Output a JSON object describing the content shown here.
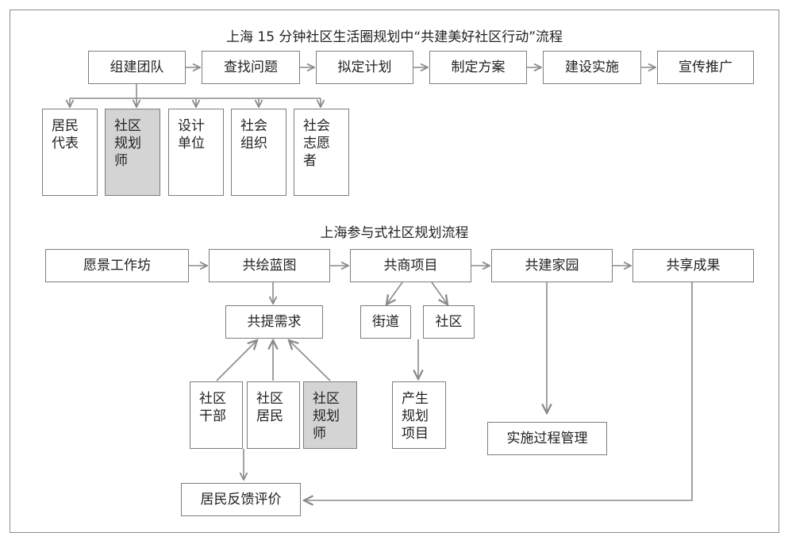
{
  "diagram_top": {
    "title": "上海 15 分钟社区生活圈规划中“共建美好社区行动”流程",
    "steps": [
      "组建团队",
      "查找问题",
      "拟定计划",
      "制定方案",
      "建设实施",
      "宣传推广"
    ],
    "team_members": [
      "居民\n代表",
      "社区\n规划\n师",
      "设计\n单位",
      "社会\n组织",
      "社会\n志愿\n者"
    ]
  },
  "diagram_bottom": {
    "title": "上海参与式社区规划流程",
    "steps": [
      "愿景工作坊",
      "共绘蓝图",
      "共商项目",
      "共建家园",
      "共享成果"
    ],
    "needs": "共提需求",
    "stakeholders": [
      "社区\n干部",
      "社区\n居民",
      "社区\n规划\n师"
    ],
    "feedback": "居民反馈评价",
    "project_sources": [
      "街道",
      "社区"
    ],
    "generate_projects": "产生\n规划\n项目",
    "process_management": "实施过程管理"
  },
  "colors": {
    "border": "#7d7d7d",
    "arrow": "#8a8a8a",
    "highlight_fill": "#d4d4d4"
  }
}
